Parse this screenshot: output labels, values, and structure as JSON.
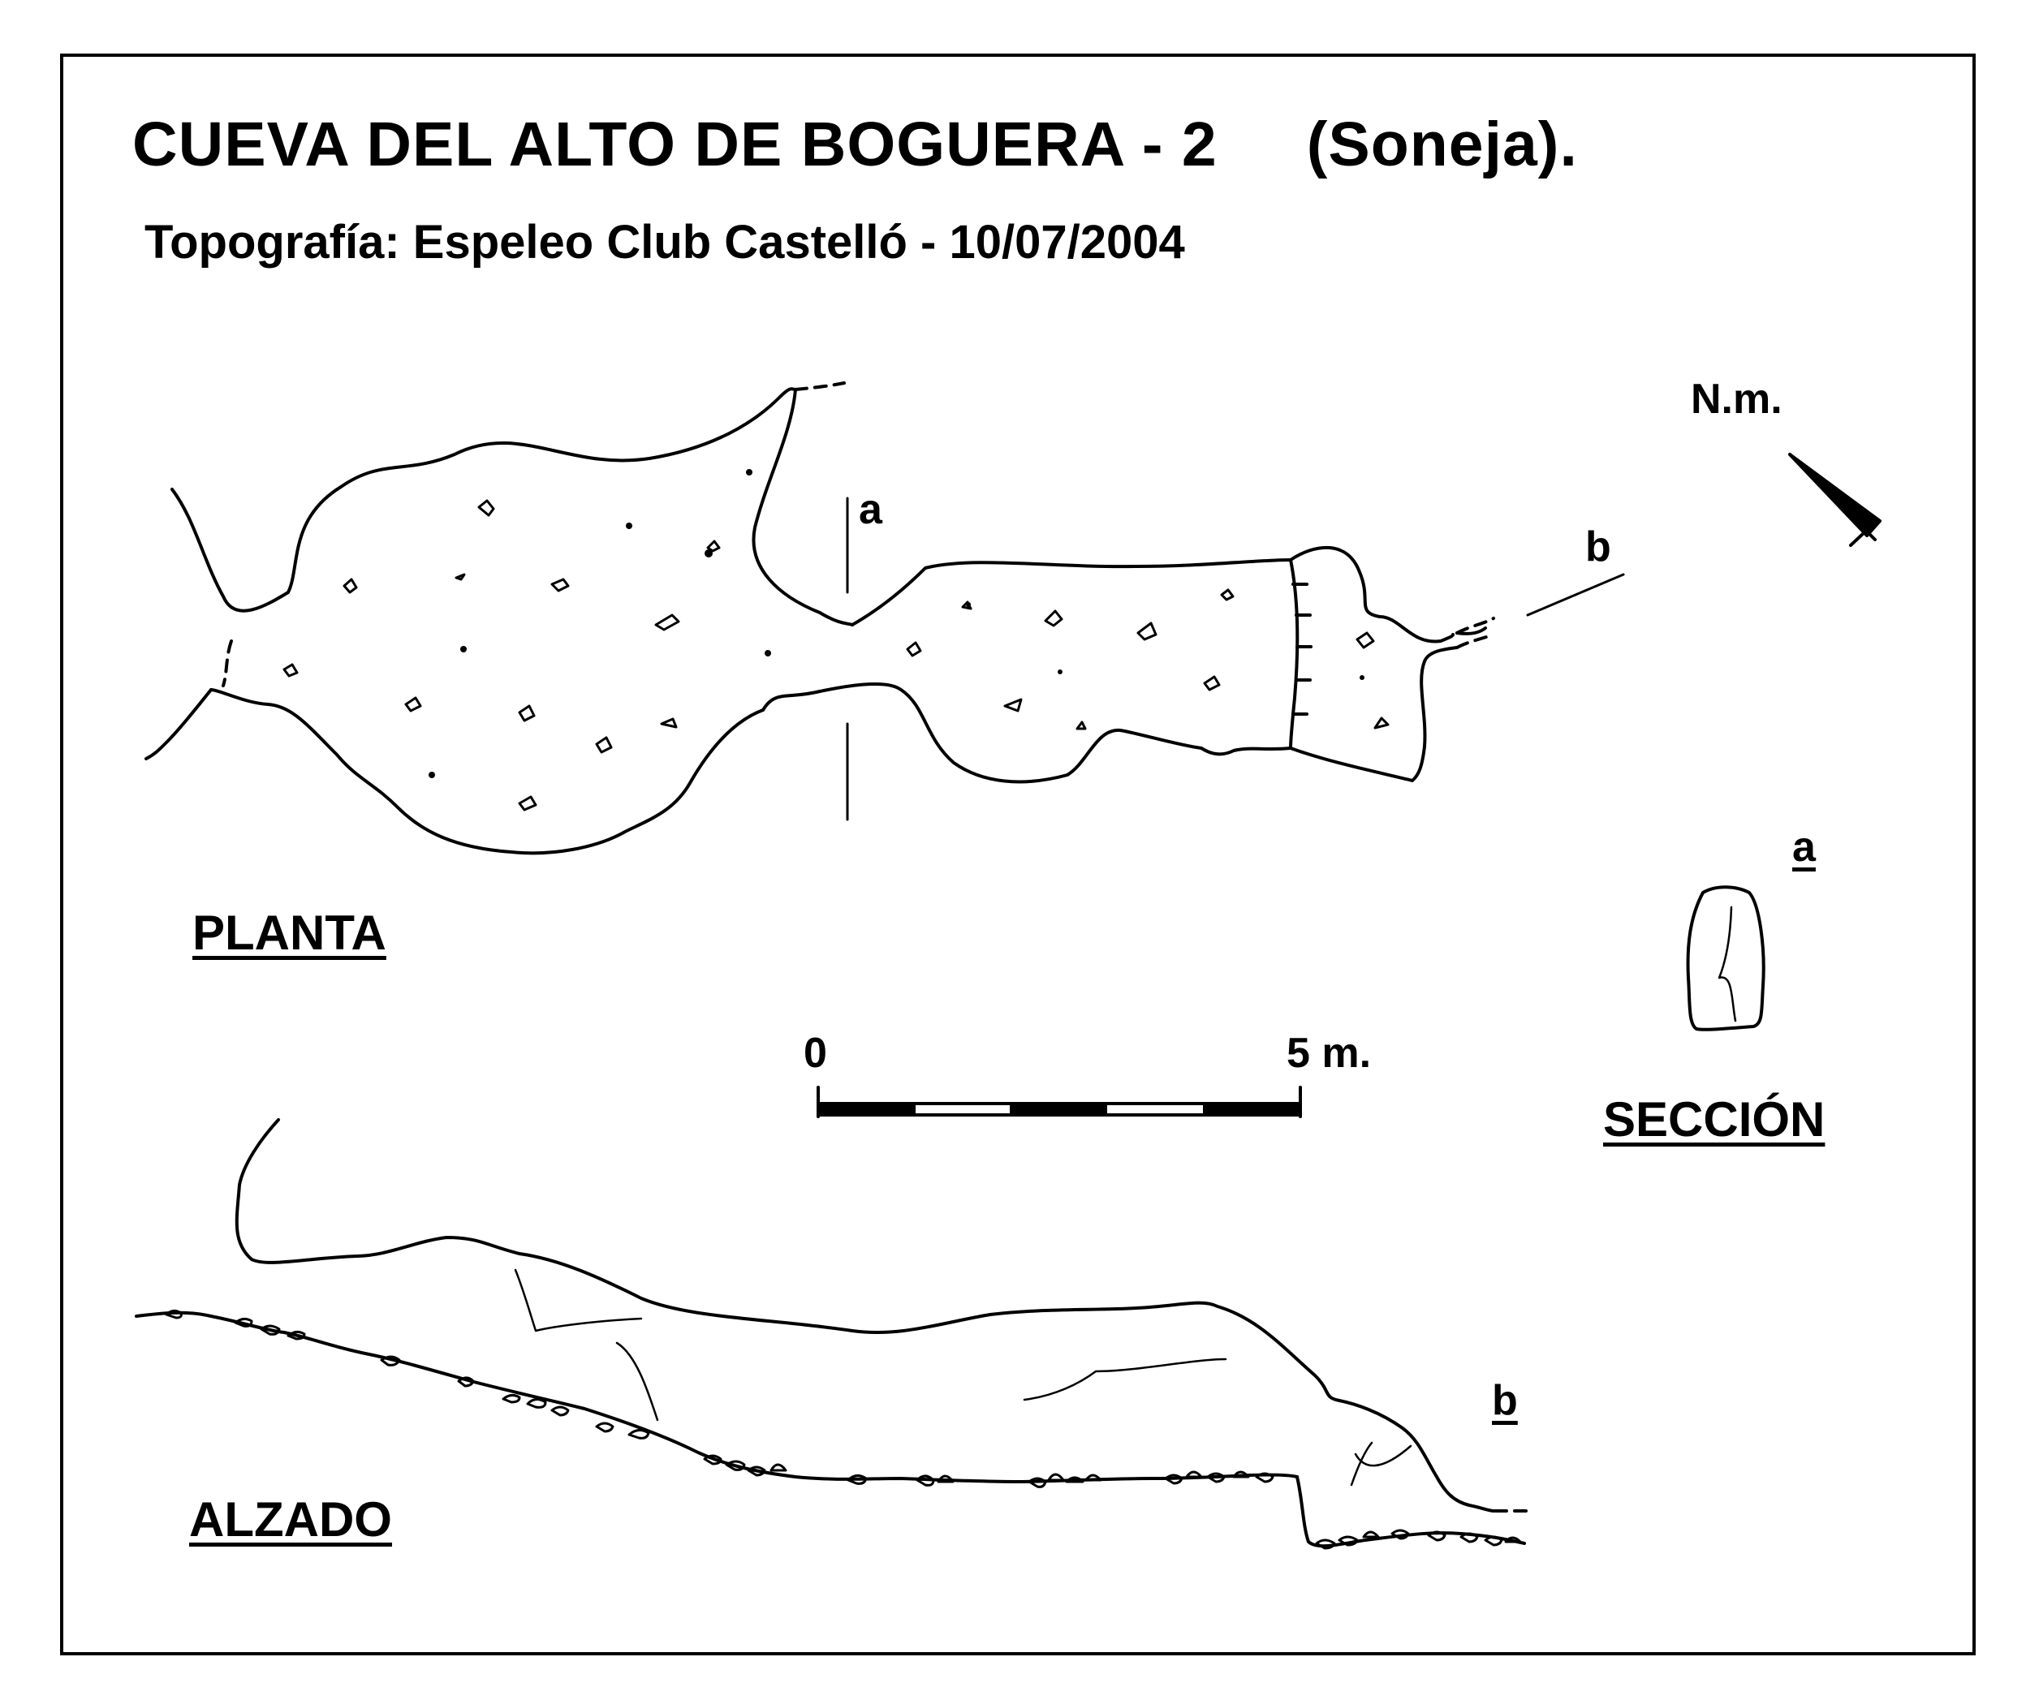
{
  "title": {
    "main": "CUEVA  DEL  ALTO  DE  BOGUERA - 2",
    "municipality": "(Soneja)."
  },
  "subtitle": "Topografía:  Espeleo Club Castelló    -    10/07/2004",
  "views": {
    "plan": "PLANTA",
    "elevation": "ALZADO",
    "section": "SECCIÓN"
  },
  "north_label": "N.m.",
  "markers": {
    "a_plan": "a",
    "b_plan": "b",
    "a_section": "a",
    "b_elevation": "b"
  },
  "scale_bar": {
    "start_label": "0",
    "end_label": "5 m."
  }
}
